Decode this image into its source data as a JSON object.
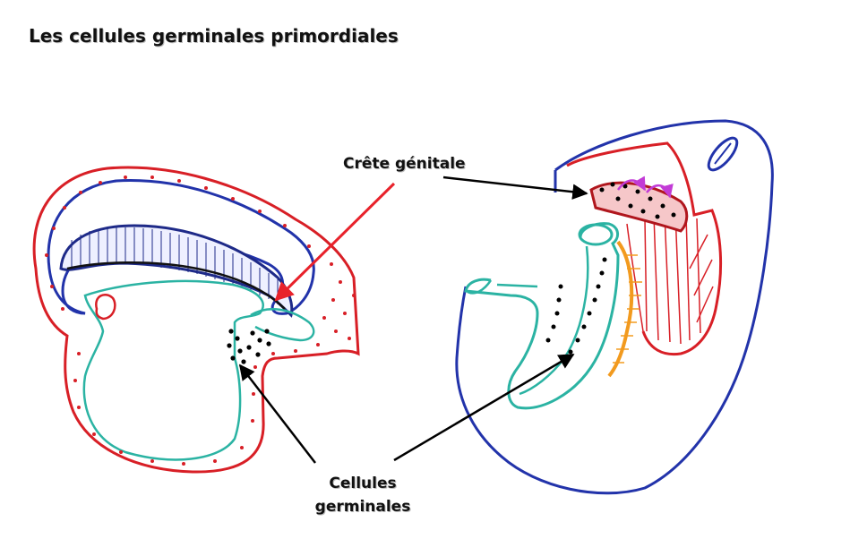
{
  "title": "Les cellules germinales primordiales",
  "labels": {
    "crete": "Crête génitale",
    "cellules_line1": "Cellules",
    "cellules_line2": "germinales"
  },
  "colors": {
    "ectoderm": "#d81f26",
    "amnion": "#2233aa",
    "endoderm": "#2bb3a3",
    "mesonephros": "#f29a1e",
    "migration_arrow": "#c23bd6",
    "pointer_red": "#e8222b",
    "pointer_black": "#000000",
    "germ_cells": "#000000"
  }
}
